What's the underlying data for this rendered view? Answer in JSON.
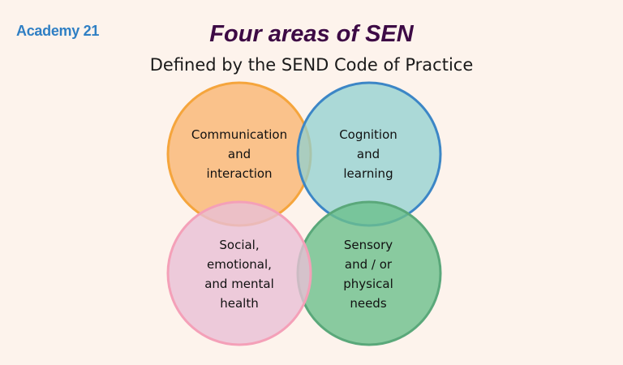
{
  "brand": {
    "logo_text": "Academy 21",
    "color": "#2f7fc4"
  },
  "header": {
    "title": "Four areas of SEN",
    "subtitle": "Defined by the SEND Code of Practice",
    "title_color": "#3d0a45"
  },
  "diagram": {
    "areas": [
      {
        "id": "communication",
        "lines": [
          "Communication",
          "and",
          "interaction"
        ],
        "fill": "#f9b97a",
        "stroke": "#f5a53c"
      },
      {
        "id": "cognition",
        "lines": [
          "Cognition",
          "and",
          "learning"
        ],
        "fill": "#8fd0d0",
        "stroke": "#3c86c6"
      },
      {
        "id": "social",
        "lines": [
          "Social,",
          "emotional,",
          "and mental",
          "health"
        ],
        "fill": "#e8bfd6",
        "stroke": "#f4a0b8"
      },
      {
        "id": "sensory",
        "lines": [
          "Sensory",
          "and / or",
          "physical",
          "needs"
        ],
        "fill": "#6cbf8c",
        "stroke": "#5aa87a"
      }
    ]
  }
}
